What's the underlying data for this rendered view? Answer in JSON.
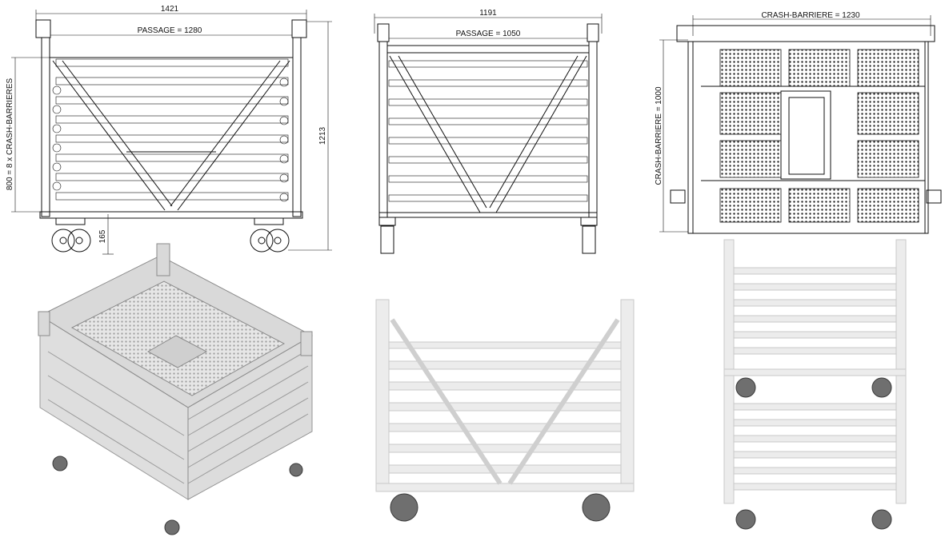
{
  "views": {
    "side": {
      "overall_width": "1421",
      "passage": "PASSAGE = 1280",
      "overall_height": "1213",
      "barrier_stack": "800 = 8 x CRASH-BARRIERES",
      "ground_clearance": "165"
    },
    "front": {
      "overall_width": "1191",
      "passage": "PASSAGE = 1050"
    },
    "top": {
      "width": "CRASH-BARRIERE = 1230",
      "depth": "CRASH-BARRIERE = 1000"
    }
  }
}
